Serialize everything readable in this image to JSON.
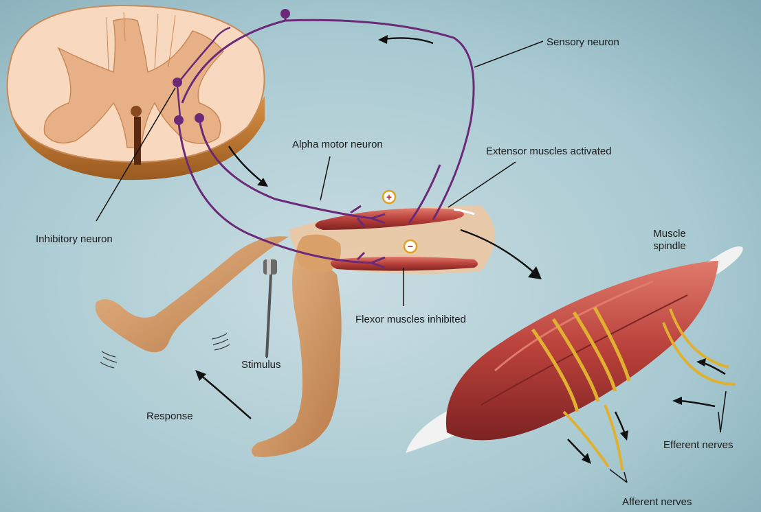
{
  "labels": {
    "sensory_neuron": "Sensory neuron",
    "alpha_motor_neuron": "Alpha motor neuron",
    "extensor_muscles": "Extensor muscles activated",
    "inhibitory_neuron": "Inhibitory neuron",
    "flexor_muscles": "Flexor muscles inhibited",
    "muscle_spindle_line1": "Muscle",
    "muscle_spindle_line2": "spindle",
    "stimulus": "Stimulus",
    "response": "Response",
    "efferent_nerves": "Efferent nerves",
    "afferent_nerves": "Afferent nerves"
  },
  "signs": {
    "excitatory": "+",
    "inhibitory": "−"
  },
  "colors": {
    "background": "#9ec3cc",
    "neuron": "#6a2a78",
    "muscle": "#b8403a",
    "nerve": "#e0b030",
    "spinal_white": "#f8d9bf",
    "spinal_gray": "#e7b087",
    "skin": "#d9a36c"
  }
}
